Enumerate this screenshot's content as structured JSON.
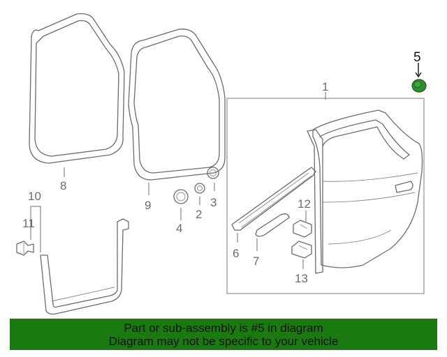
{
  "diagram": {
    "callouts": {
      "c1": "1",
      "c2": "2",
      "c3": "3",
      "c4": "4",
      "c5": "5",
      "c6": "6",
      "c7": "7",
      "c8": "8",
      "c9": "9",
      "c10": "10",
      "c11": "11",
      "c12": "12",
      "c13": "13"
    },
    "highlight_part": "5",
    "colors": {
      "line": "#6b6b6b",
      "highlight_part": "#2f8f2f",
      "banner": "#1a7a10"
    }
  },
  "banner": {
    "line1": "Part or sub-assembly is #5 in diagram",
    "line2": "Diagram may not be specific to your vehicle"
  }
}
